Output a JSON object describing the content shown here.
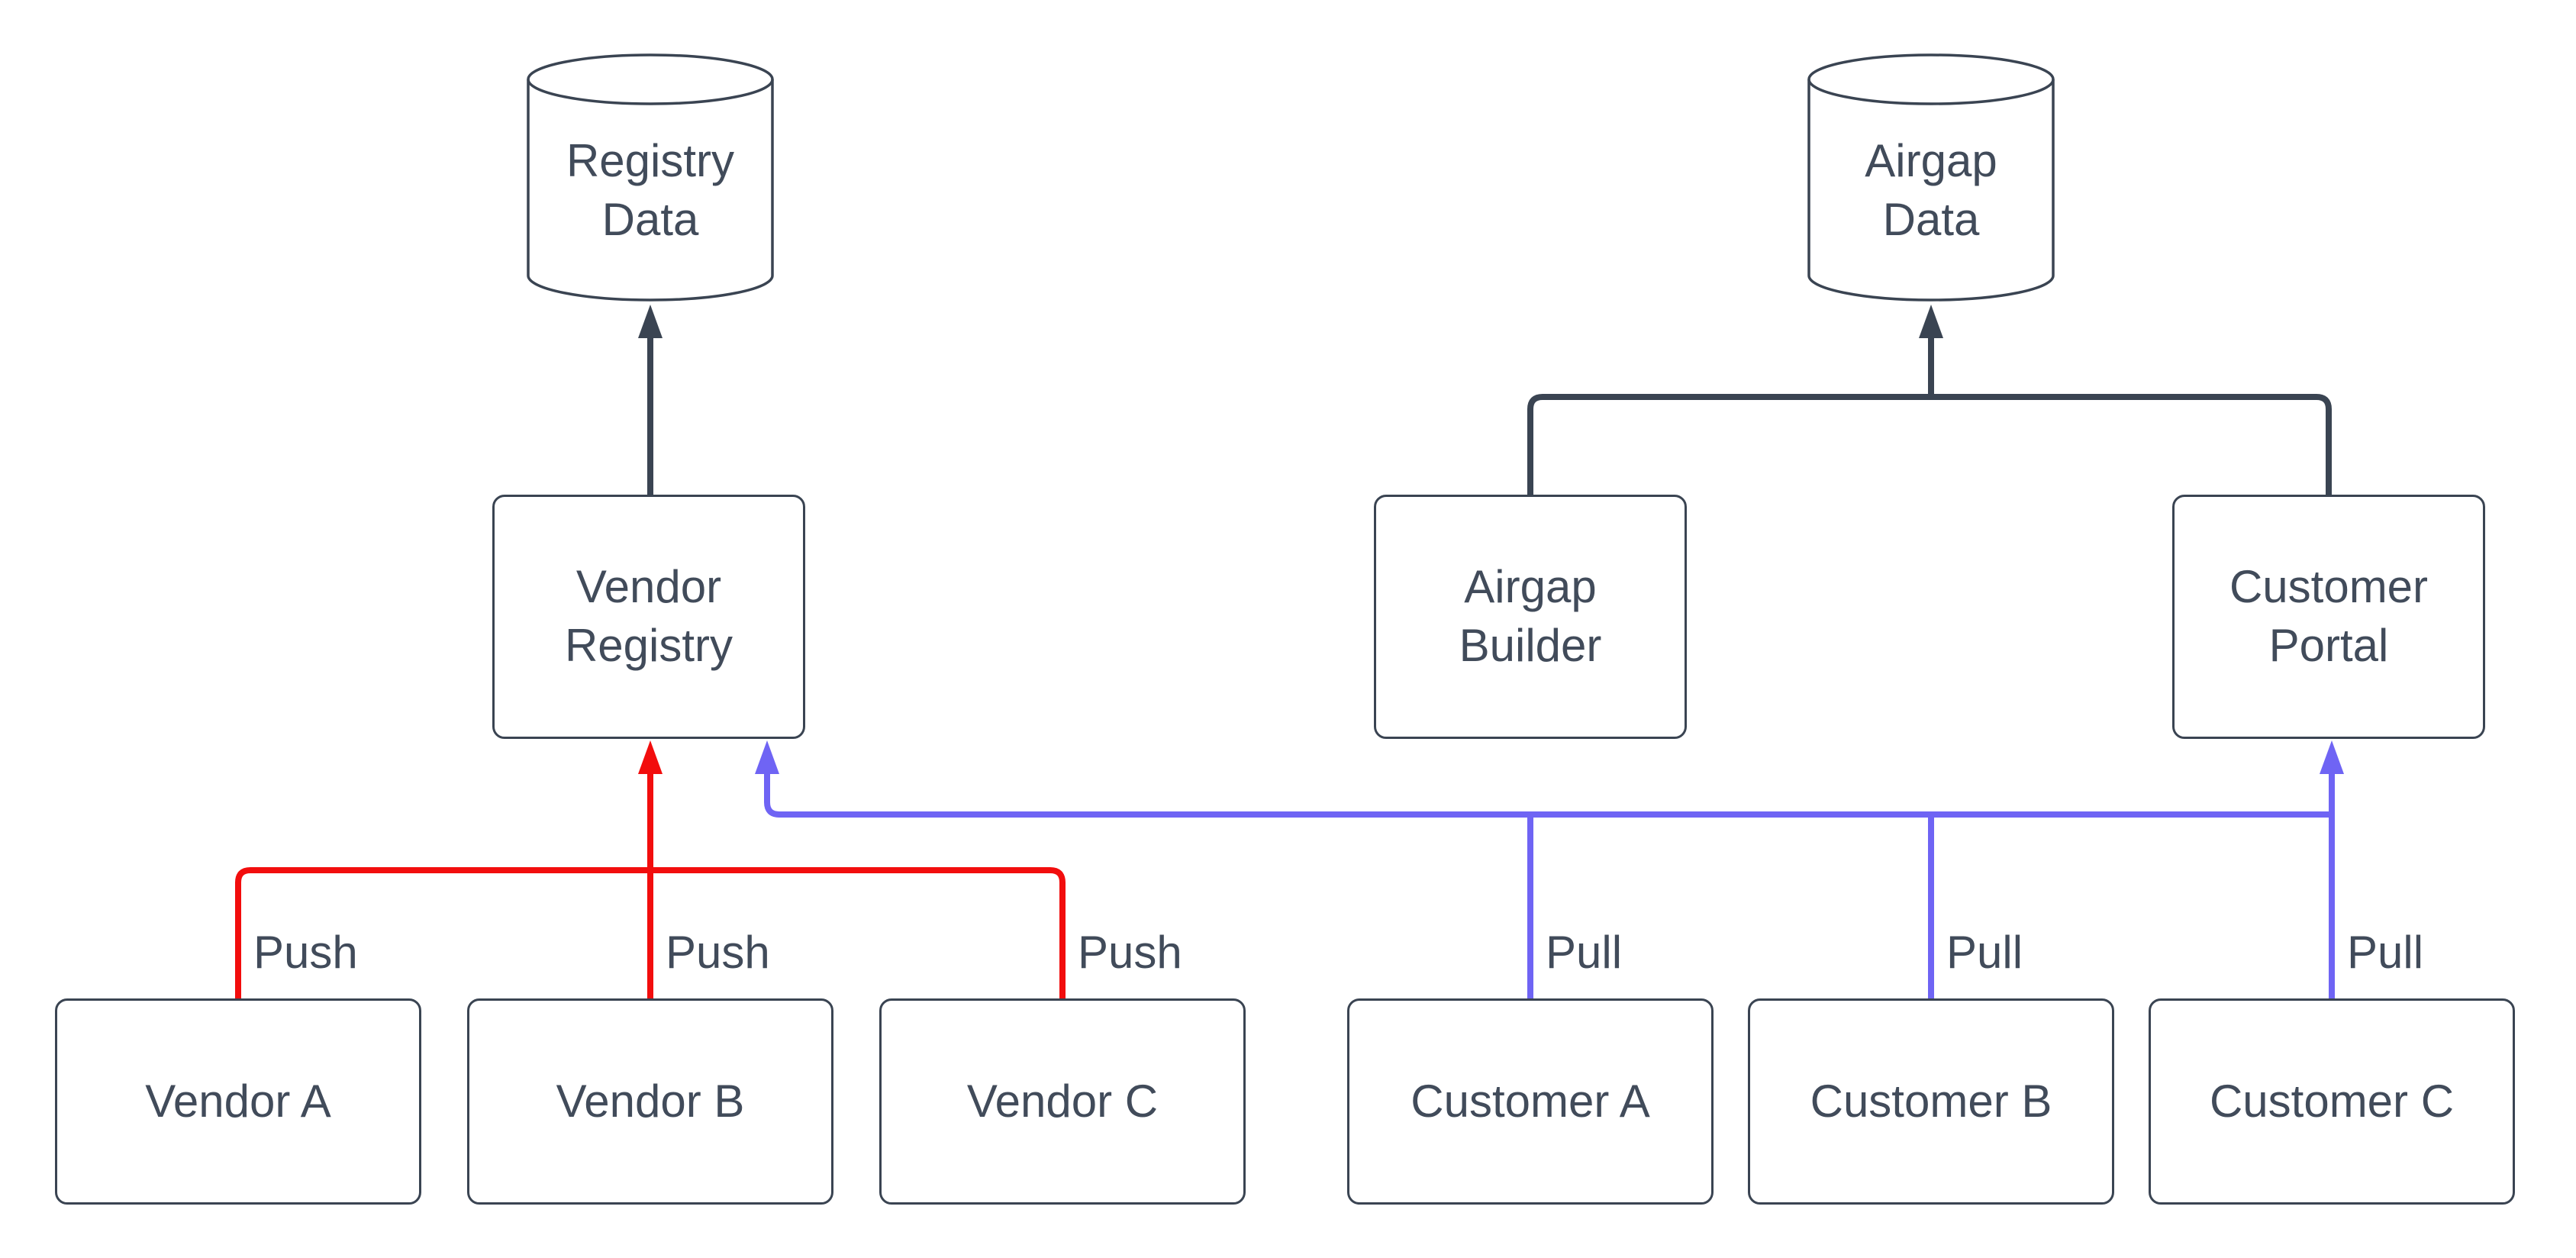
{
  "diagram": {
    "title": "",
    "background": "#ffffff",
    "colors": {
      "neutral": "#3a4452",
      "push": "#f20d0d",
      "pull": "#6f64f4",
      "text": "#414b5a"
    },
    "nodes": {
      "registry_data": {
        "label": "Registry Data",
        "shape": "cylinder"
      },
      "airgap_data": {
        "label": "Airgap Data",
        "shape": "cylinder"
      },
      "vendor_registry": {
        "label": "Vendor Registry",
        "shape": "rectangle"
      },
      "airgap_builder": {
        "label": "Airgap Builder",
        "shape": "rectangle"
      },
      "customer_portal": {
        "label": "Customer Portal",
        "shape": "rectangle"
      },
      "vendor_a": {
        "label": "Vendor A",
        "shape": "rectangle"
      },
      "vendor_b": {
        "label": "Vendor B",
        "shape": "rectangle"
      },
      "vendor_c": {
        "label": "Vendor C",
        "shape": "rectangle"
      },
      "customer_a": {
        "label": "Customer A",
        "shape": "rectangle"
      },
      "customer_b": {
        "label": "Customer B",
        "shape": "rectangle"
      },
      "customer_c": {
        "label": "Customer C",
        "shape": "rectangle"
      }
    },
    "edges": [
      {
        "from": "vendor_registry",
        "to": "registry_data",
        "label": "",
        "color": "neutral"
      },
      {
        "from": "airgap_builder",
        "to": "airgap_data",
        "label": "",
        "color": "neutral"
      },
      {
        "from": "customer_portal",
        "to": "airgap_data",
        "label": "",
        "color": "neutral"
      },
      {
        "from": "vendor_a",
        "to": "vendor_registry",
        "label": "Push",
        "color": "push"
      },
      {
        "from": "vendor_b",
        "to": "vendor_registry",
        "label": "Push",
        "color": "push"
      },
      {
        "from": "vendor_c",
        "to": "vendor_registry",
        "label": "Push",
        "color": "push"
      },
      {
        "from": "customer_a",
        "to": "vendor_registry",
        "label": "Pull",
        "color": "pull"
      },
      {
        "from": "customer_b",
        "to": "vendor_registry",
        "label": "Pull",
        "color": "pull"
      },
      {
        "from": "customer_c",
        "to": "customer_portal",
        "label": "Pull",
        "color": "pull"
      }
    ]
  }
}
